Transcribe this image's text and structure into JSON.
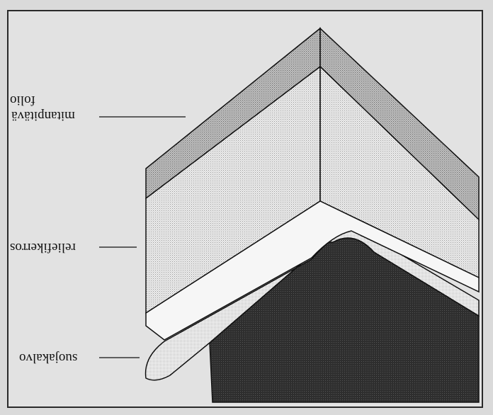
{
  "labels": {
    "protective_layer": "suojakalvo",
    "relief_layer": "reliefikerros",
    "film_line1": "mitanpitävä",
    "film_line2": "folio"
  }
}
